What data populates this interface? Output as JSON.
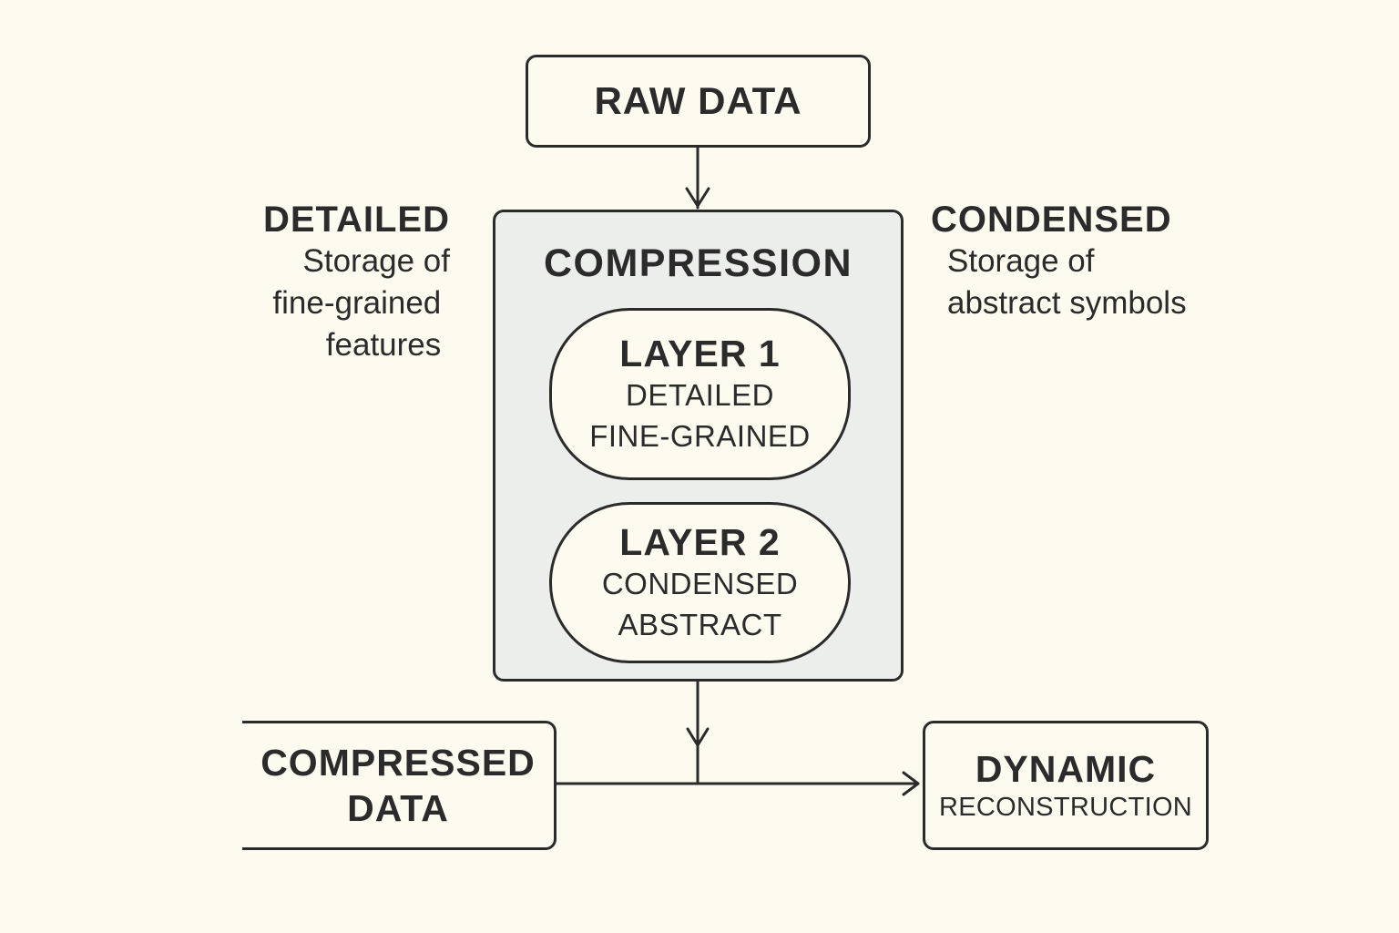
{
  "diagram": {
    "raw_data": {
      "label": "RAW DATA"
    },
    "compression": {
      "title": "COMPRESSION",
      "layers": [
        {
          "title": "LAYER 1",
          "lines": [
            "DETAILED",
            "FINE-GRAINED"
          ]
        },
        {
          "title": "LAYER 2",
          "lines": [
            "CONDENSED",
            "ABSTRACT"
          ]
        }
      ]
    },
    "left_note": {
      "heading": "DETAILED",
      "text": "Storage of\nfine-grained \nfeatures "
    },
    "right_note": {
      "heading": "CONDENSED",
      "text": "Storage of\nabstract symbols"
    },
    "compressed_data": {
      "lines": [
        "COMPRESSED",
        "DATA"
      ]
    },
    "dynamic_reconstruction": {
      "title": "DYNAMIC",
      "subtitle": "RECONSTRUCTION"
    },
    "edges": [
      {
        "from": "raw_data",
        "to": "compression"
      },
      {
        "from": "compression",
        "to": "junction"
      },
      {
        "from": "compressed_data",
        "to": "dynamic_reconstruction"
      }
    ],
    "colors": {
      "background": "#fdfbf0",
      "stroke": "#2b2b2b",
      "compression_fill": "#eceeeb"
    }
  }
}
